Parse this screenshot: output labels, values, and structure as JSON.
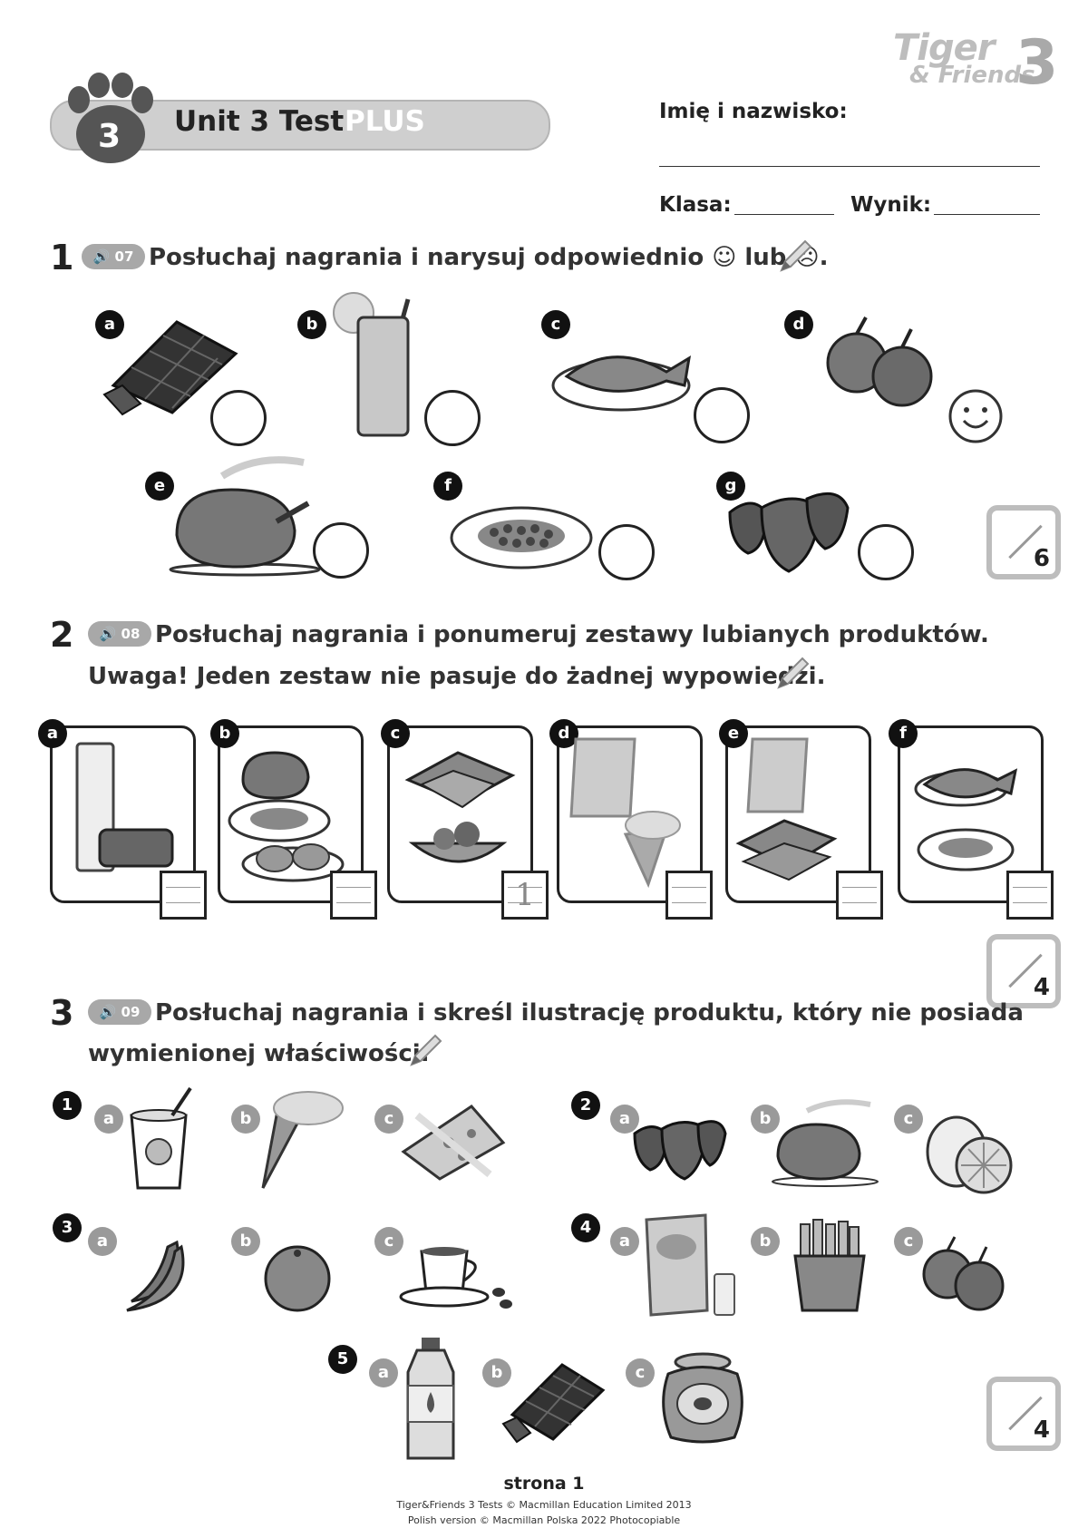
{
  "logo": {
    "line1": "Tiger",
    "line2": "& Friends",
    "number": "3"
  },
  "header": {
    "unit_number": "3",
    "title": "Unit 3 Test",
    "plus": "PLUS",
    "name_label": "Imię i nazwisko:",
    "class_label": "Klasa:",
    "score_label": "Wynik:"
  },
  "q1": {
    "number": "1",
    "audio": "07",
    "text": "Posłuchaj nagrania i narysuj odpowiednio ☺ lub ☹.",
    "labels": [
      "a",
      "b",
      "c",
      "d",
      "e",
      "f",
      "g"
    ],
    "items": [
      "chocolate-icon",
      "juice-icon",
      "fish-icon",
      "apples-icon",
      "chicken-icon",
      "peas-icon",
      "strawberries-icon"
    ],
    "example_answer": {
      "item": "d",
      "face": "smile"
    },
    "score_max": "6"
  },
  "q2": {
    "number": "2",
    "audio": "08",
    "text_line1": "Posłuchaj nagrania i ponumeruj zestawy lubianych produktów.",
    "text_line2": "Uwaga! Jeden zestaw nie pasuje do żadnej wypowiedzi.",
    "cards": [
      {
        "label": "a",
        "answer": ""
      },
      {
        "label": "b",
        "answer": ""
      },
      {
        "label": "c",
        "answer": "1"
      },
      {
        "label": "d",
        "answer": ""
      },
      {
        "label": "e",
        "answer": ""
      },
      {
        "label": "f",
        "answer": ""
      }
    ],
    "score_max": "4"
  },
  "q3": {
    "number": "3",
    "audio": "09",
    "text_line1": "Posłuchaj nagrania i skreśl ilustrację produktu, który nie posiada",
    "text_line2": "wymienionej właściwości.",
    "groups": [
      {
        "number": "1",
        "items": [
          "yoghurt-icon",
          "ice-cream-icon",
          "cheese-icon"
        ],
        "crossed": "c"
      },
      {
        "number": "2",
        "items": [
          "strawberries-icon",
          "chicken-icon",
          "lemon-icon"
        ]
      },
      {
        "number": "3",
        "items": [
          "bananas-icon",
          "orange-icon",
          "coffee-icon"
        ]
      },
      {
        "number": "4",
        "items": [
          "crisps-icon",
          "chips-icon",
          "apples-icon"
        ]
      },
      {
        "number": "5",
        "items": [
          "water-bottle-icon",
          "chocolate-icon",
          "honey-icon"
        ]
      }
    ],
    "option_labels": [
      "a",
      "b",
      "c"
    ],
    "score_max": "4"
  },
  "footer": {
    "page": "strona 1",
    "copyright1": "Tiger&Friends 3 Tests © Macmillan Education Limited 2013",
    "copyright2": "Polish version © Macmillan Polska 2022 Photocopiable"
  }
}
